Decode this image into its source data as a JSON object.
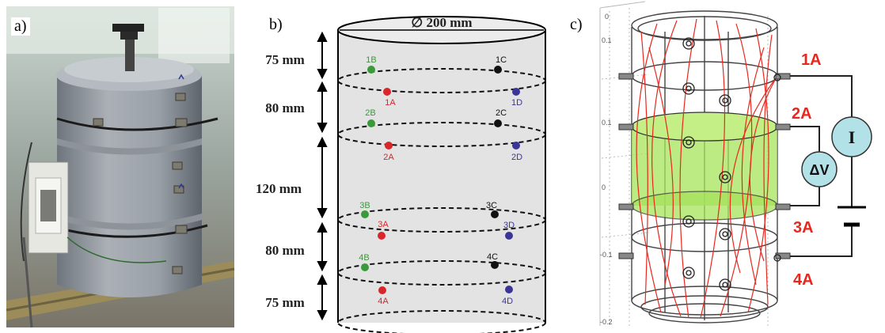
{
  "panels": {
    "a": {
      "letter": "a)"
    },
    "b": {
      "letter": "b)",
      "diameter_label": "∅ 200 mm",
      "dimensions": [
        "75 mm",
        "80 mm",
        "120 mm",
        "80 mm",
        "75 mm"
      ],
      "electrodes": {
        "ring1_back": [
          "1B",
          "1C"
        ],
        "ring1_front": [
          "1A",
          "1D"
        ],
        "ring2_back": [
          "2B",
          "2C"
        ],
        "ring2_front": [
          "2A",
          "2D"
        ],
        "ring3_back": [
          "3B",
          "3C"
        ],
        "ring3_front": [
          "3A",
          "3D"
        ],
        "ring4_back": [
          "4B",
          "4C"
        ],
        "ring4_front": [
          "4A",
          "4D"
        ]
      }
    },
    "c": {
      "letter": "c)",
      "electrode_labels": [
        "1A",
        "2A",
        "3A",
        "4A"
      ],
      "current_symbol": "I",
      "voltage_symbol": "ΔV",
      "axis_ticks": [
        "0",
        "0.1",
        "0.1",
        "0",
        "-0.1",
        "-0.2"
      ]
    }
  },
  "colors": {
    "group_a": "#d9262b",
    "group_b": "#3a9a3a",
    "group_c": "#111111",
    "group_d": "#3b3598",
    "field_lines": "#e8281e",
    "measurement_zone": "#a6e35a",
    "meter_fill": "#b3e1e8"
  }
}
